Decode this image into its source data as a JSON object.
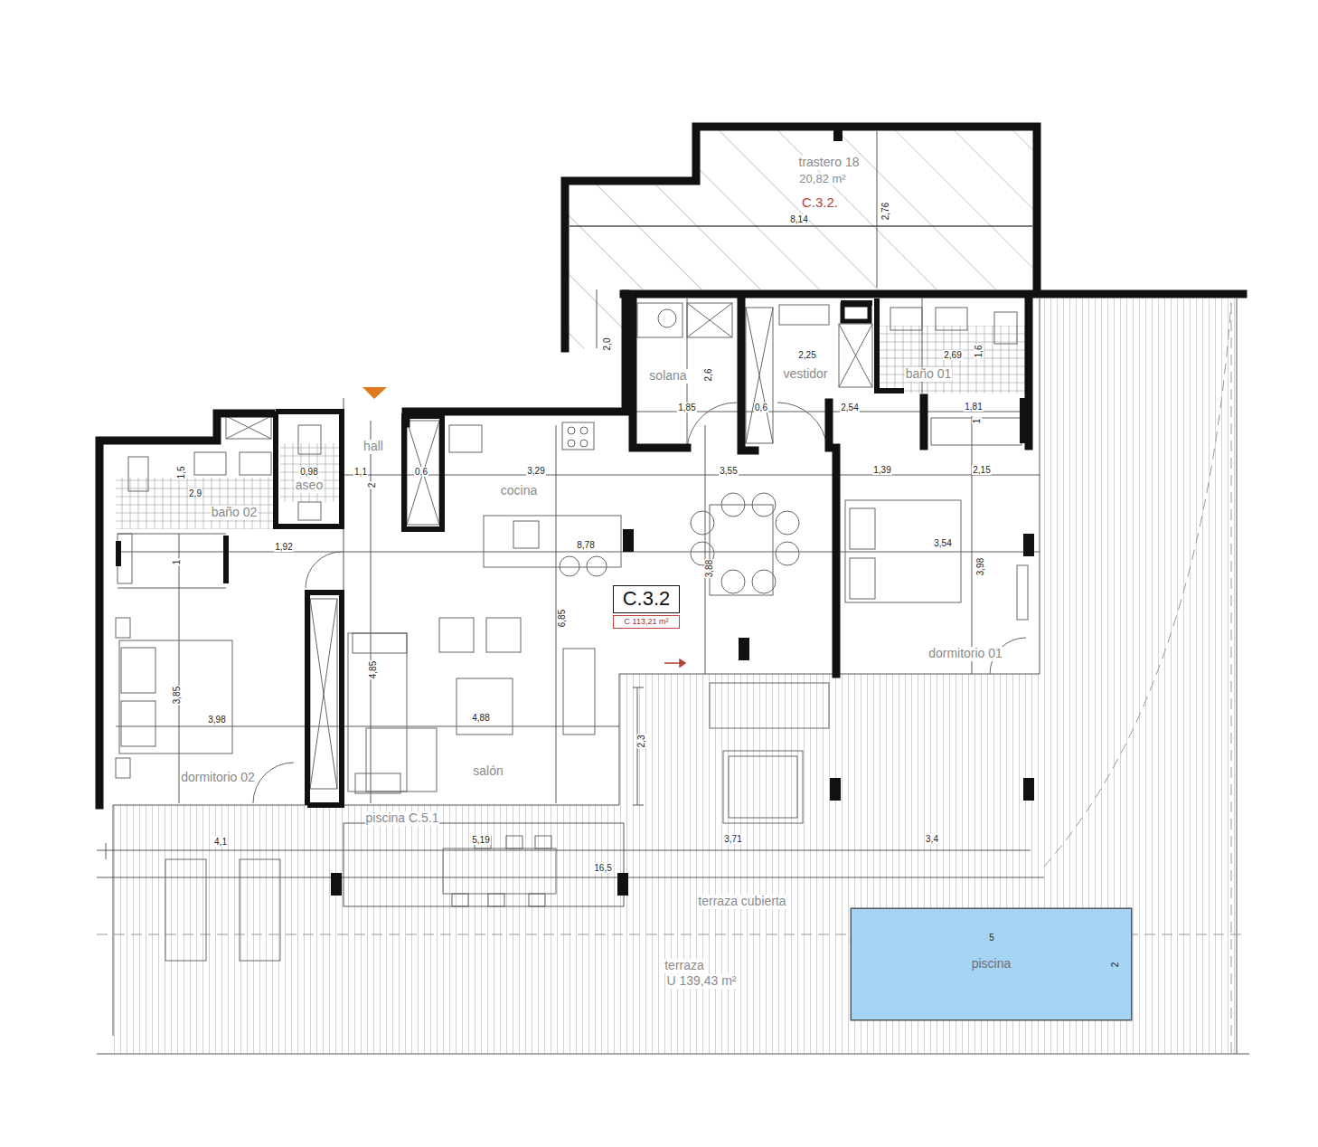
{
  "diagram": {
    "nodes": [
      {
        "text": [
          "C.3.2"
        ]
      },
      {
        "text": [
          "C 113,21 m²"
        ]
      },
      {
        "text": [
          "piscina"
        ]
      }
    ],
    "labels": [
      "trastero 18",
      "20,82 m²",
      "C.3.2.",
      "8,14",
      "2,76",
      "2,0",
      "solana",
      "2,6",
      "1,85",
      "0,6",
      "2,25",
      "vestidor",
      "2,54",
      "2,69",
      "1,6",
      "baño 01",
      "1,81",
      "1",
      "hall",
      "0,98",
      "1,1",
      "aseo",
      "2",
      "0,6",
      "3,29",
      "3,55",
      "1,39",
      "2,15",
      "1,5",
      "2,9",
      "baño 02",
      "cocina",
      "1,92",
      "1",
      "8,78",
      "3,54",
      "3,98",
      "3,88",
      "6,85",
      "4,85",
      "3,85",
      "3,98",
      "4,88",
      "dormitorio 01",
      "2,3",
      "dormitorio 02",
      "salón",
      "piscina C.5.1",
      "4,1",
      "5,19",
      "3,71",
      "3,4",
      "16,5",
      "terraza cubierta",
      "terraza",
      "U 139,43 m²",
      "5",
      "2"
    ]
  }
}
